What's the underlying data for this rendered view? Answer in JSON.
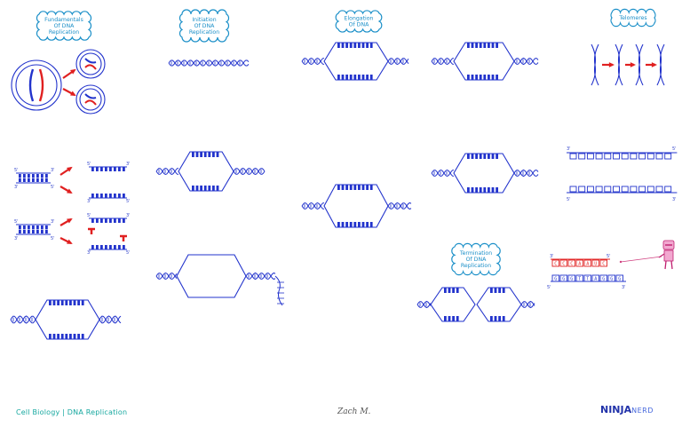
{
  "title_fundamentals": [
    "Fundamentals",
    "Of DNA",
    "Replication"
  ],
  "title_initiation": [
    "Initiation",
    "Of DNA",
    "Replication"
  ],
  "title_elongation": [
    "Elongation",
    "Of DNA"
  ],
  "title_telomeres": [
    "Telomeres"
  ],
  "title_termination": [
    "Termination",
    "Of DNA",
    "Replication"
  ],
  "strand_labels": {
    "three_prime": "3'",
    "five_prime": "5'"
  },
  "telomere_rna_bases": "CCCAAUC",
  "telomere_dna_bases": "GGGTTAGGG",
  "footer": {
    "course": "Cell Biology | DNA Replication",
    "signature": "Zach M.",
    "logo_main": "NINJA",
    "logo_sub": "NERD"
  },
  "colors": {
    "cloud": "#1a8fc8",
    "dna": "#2233cc",
    "arrow": "#e02020",
    "footer": "#17a8a0"
  }
}
